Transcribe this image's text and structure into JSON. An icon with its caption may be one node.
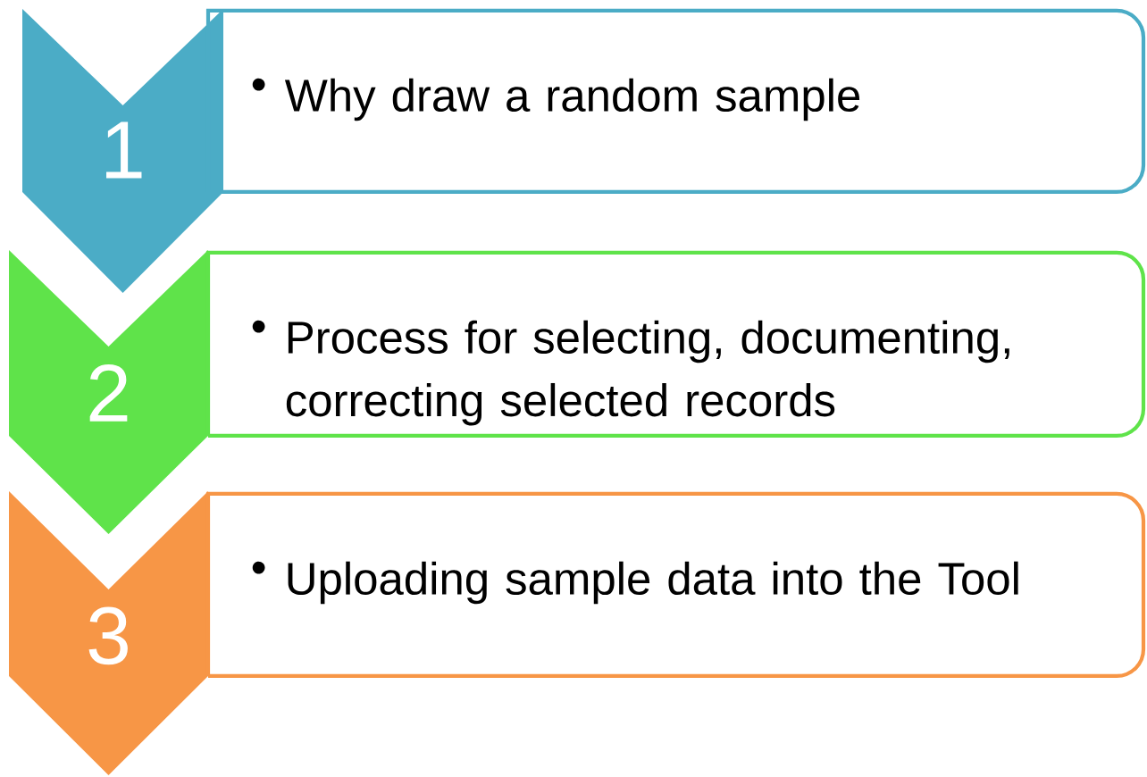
{
  "diagram": {
    "nodes": [
      {
        "text": [
          "1"
        ]
      },
      {
        "text": [
          "Why draw a random sample"
        ]
      },
      {
        "text": [
          "2"
        ]
      },
      {
        "text": [
          "Process for selecting, documenting, correcting selected records"
        ]
      },
      {
        "text": [
          "3"
        ]
      },
      {
        "text": [
          "Uploading sample data into the Tool"
        ]
      }
    ],
    "labels": [
      "•",
      "•",
      "•"
    ]
  }
}
